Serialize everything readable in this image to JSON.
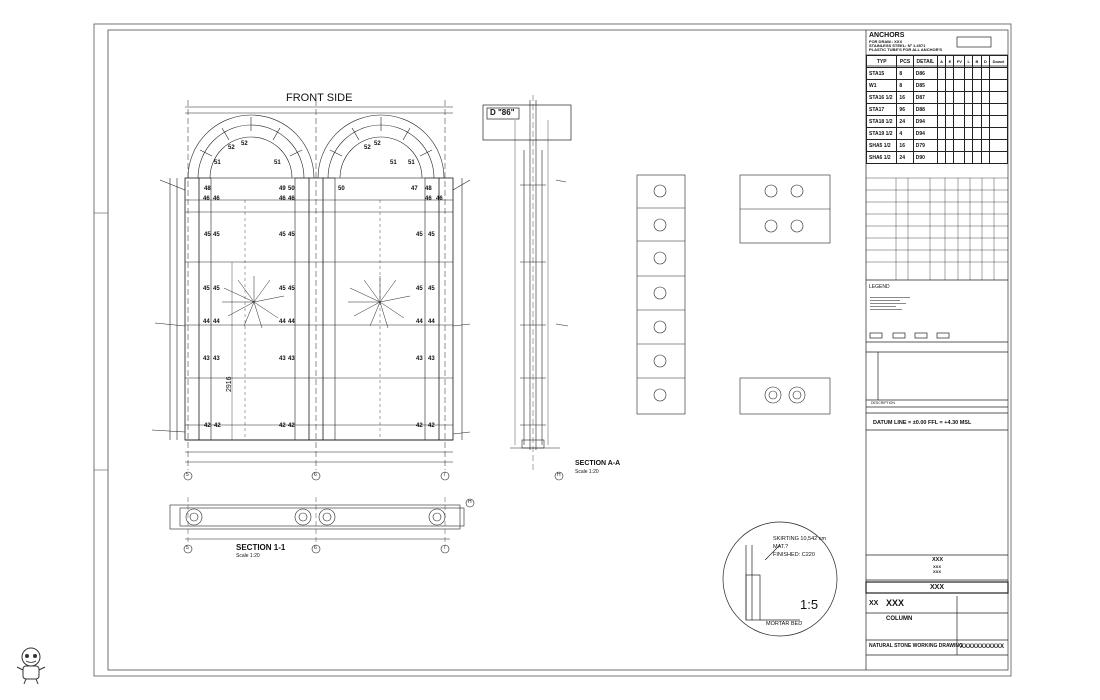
{
  "drawing": {
    "front_title": "FRONT SIDE",
    "section_aa": "SECTION A-A",
    "section_aa_scale": "Scale 1:20",
    "section_11": "SECTION 1-1",
    "section_11_scale": "Scale 1:20",
    "detail_title": "D \"86\"",
    "detail_scale": "1:5",
    "detail_notes": [
      "SKIRTING 10,542 cm",
      "MAT.?",
      "FINISHED: C220"
    ],
    "detail_mortar": "MORTAR BED",
    "height_dim": "2916",
    "axis_labels": [
      "5",
      "6",
      "7",
      "H"
    ],
    "stone_numbers_left": [
      "52",
      "52",
      "51",
      "51",
      "48",
      "46",
      "46",
      "45",
      "45",
      "45",
      "45",
      "44",
      "44",
      "43",
      "43",
      "42",
      "42"
    ],
    "stone_numbers_mid": [
      "49",
      "50",
      "46",
      "46",
      "45",
      "45",
      "45",
      "45",
      "44",
      "44",
      "43",
      "43",
      "42",
      "42"
    ],
    "stone_numbers_right": [
      "52",
      "52",
      "51",
      "51",
      "50",
      "48",
      "47",
      "46",
      "46",
      "45",
      "45",
      "45",
      "45",
      "44",
      "44",
      "43",
      "43",
      "42",
      "42"
    ]
  },
  "anchors": {
    "title": "ANCHORS",
    "subtitle": [
      "FOR DRAW.: XXX",
      "STAINLESS STEEL: Nº 1.4571",
      "PLASTIC TUBE'S FOR ALL ANCHOR'S"
    ],
    "headers": [
      "TYP",
      "PCS",
      "DETAIL",
      "A",
      "E",
      "FV",
      "L",
      "B",
      "D",
      "Dowel"
    ],
    "rows": [
      [
        "STA15",
        "8",
        "D86"
      ],
      [
        "W1",
        "8",
        "D85"
      ],
      [
        "STA16 1/2",
        "16",
        "D87"
      ],
      [
        "STA17",
        "96",
        "D88"
      ],
      [
        "STA18 1/2",
        "24",
        "D94"
      ],
      [
        "STA19 1/2",
        "4",
        "D94"
      ],
      [
        "SHA5 1/2",
        "16",
        "D79"
      ],
      [
        "SHA6 1/2",
        "24",
        "D90"
      ]
    ]
  },
  "legend": {
    "title": "LEGEND",
    "datum": "DATUM LINE = ±0.00 FFL = +4.30 MSL",
    "description_label": "DESCRIPTION"
  },
  "title_block": {
    "xxx_top": "XXX",
    "xxx_sub1": "XXX",
    "xxx_sub2": "XXX",
    "xxx_box": "XXX",
    "project_code": "XX",
    "project_name": "XXX",
    "element": "COLUMN",
    "drawing_type": "NATURAL STONE WORKING DRAWING",
    "drawing_no": "XXXXXXXXXXX"
  }
}
